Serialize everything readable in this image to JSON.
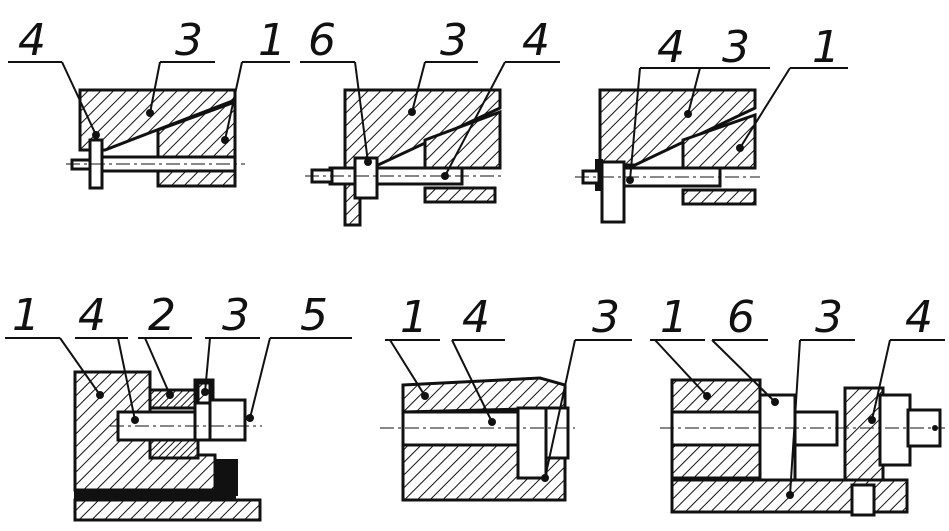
{
  "figure": {
    "views": [
      {
        "id": "view-1",
        "labels": [
          "4",
          "3",
          "1"
        ]
      },
      {
        "id": "view-2",
        "labels": [
          "6",
          "3",
          "4"
        ]
      },
      {
        "id": "view-3",
        "labels": [
          "4",
          "3",
          "1"
        ]
      },
      {
        "id": "view-4",
        "labels": [
          "1",
          "4",
          "2",
          "3",
          "5"
        ]
      },
      {
        "id": "view-5",
        "labels": [
          "1",
          "4",
          "3"
        ]
      },
      {
        "id": "view-6",
        "labels": [
          "1",
          "6",
          "3",
          "4"
        ]
      }
    ]
  }
}
